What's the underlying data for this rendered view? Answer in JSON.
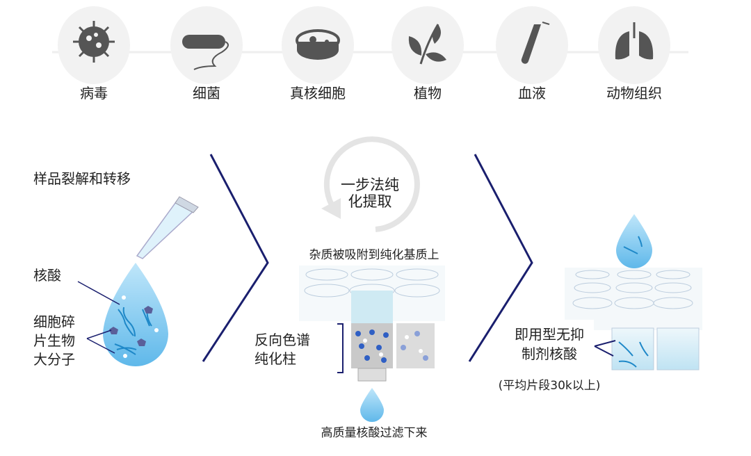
{
  "sources": [
    {
      "label": "病毒",
      "icon": "virus-icon"
    },
    {
      "label": "细菌",
      "icon": "bacteria-icon"
    },
    {
      "label": "真核细胞",
      "icon": "petri-dish-icon"
    },
    {
      "label": "植物",
      "icon": "plant-icon"
    },
    {
      "label": "血液",
      "icon": "blood-tube-icon"
    },
    {
      "label": "动物组织",
      "icon": "lungs-icon"
    }
  ],
  "step1": {
    "title": "样品裂解和转移",
    "nucleic_acid": "核酸",
    "debris_lines": [
      "细胞碎",
      "片生物",
      "大分子"
    ]
  },
  "step2": {
    "cycle_lines": [
      "一步法纯",
      "化提取"
    ],
    "impurity_note": "杂质被吸附到纯化基质上",
    "column_lines": [
      "反向色谱",
      "纯化柱"
    ],
    "filtrate_note": "高质量核酸过滤下来"
  },
  "step3": {
    "product_lines": [
      "即用型无抑",
      "制剂核酸"
    ],
    "fragment_note": "(平均片段30k以上)"
  },
  "colors": {
    "icon": "#555555",
    "circle": "#f2f2f2",
    "chevron": "#1a1f6e",
    "drop": "#7cc8ee",
    "dna": "#1e88c8"
  }
}
